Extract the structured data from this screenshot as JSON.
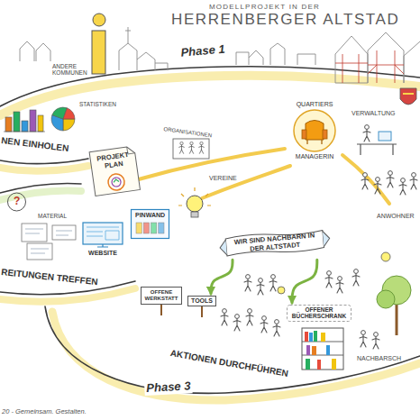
{
  "diagram": {
    "title": "HERRENBERGER ALTSTAD",
    "nodes": [
      {
        "text": [
          "PROJEKT PLAN"
        ]
      },
      {
        "text": [
          "QUARTIERS",
          "MANAGERIN"
        ]
      },
      {
        "text": [
          "WEBSITE"
        ]
      },
      {
        "text": [
          "PINWAND"
        ]
      },
      {
        "text": [
          "WIR SIND NACHBARN IN DER ALTSTADT"
        ]
      },
      {
        "text": [
          "OFFENE WERKSTATT"
        ]
      },
      {
        "text": [
          "TOOLS"
        ]
      },
      {
        "text": [
          "OFFENER BÜCHERSCHRANK"
        ]
      }
    ],
    "edges": [
      {
        "from": 4,
        "to": 6,
        "arrow": "to"
      },
      {
        "from": 4,
        "to": 7,
        "arrow": "to"
      }
    ],
    "labels": [
      "MODELLPROJEKT IN DER",
      "Phase 1",
      "ANDERE KOMMUNEN",
      "STATISTIKEN",
      "NEN EINHOLEN",
      "ORGANISATIONEN",
      "VEREINE",
      "VERWALTUNG",
      "ANWOHNER",
      "MATERIAL",
      "?",
      "REITUNGEN TREFFEN",
      "AKTIONEN DURCHFÜHREN",
      "Phase 3",
      "NACHBARSCH",
      "20 - Gemeinsam. Gestalten."
    ]
  }
}
